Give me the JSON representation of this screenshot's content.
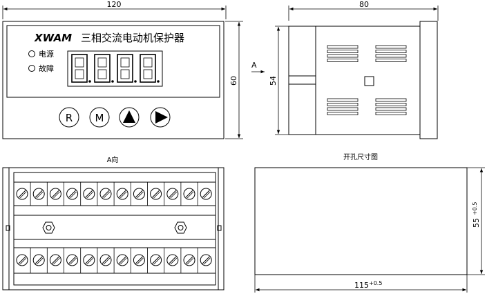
{
  "front_view": {
    "width_dim": "120",
    "height_dim": "60",
    "brand": "XWAM",
    "product_name": "三相交流电动机保护器",
    "indicators": [
      {
        "label": "电源"
      },
      {
        "label": "故障"
      }
    ],
    "digit_count": 4,
    "buttons": [
      {
        "label": "R"
      },
      {
        "label": "M"
      },
      {
        "label": "up-triangle-icon"
      },
      {
        "label": "right-triangle-icon"
      }
    ]
  },
  "side_view": {
    "width_dim": "80",
    "height_dim": "54",
    "view_arrow_label": "A"
  },
  "rear_view": {
    "title": "A向",
    "terminals_per_row": 12
  },
  "cutout": {
    "title": "开孔尺寸图",
    "width_dim": "115",
    "width_tol": "+0.5",
    "height_dim": "55",
    "height_tol": "+0.5"
  }
}
